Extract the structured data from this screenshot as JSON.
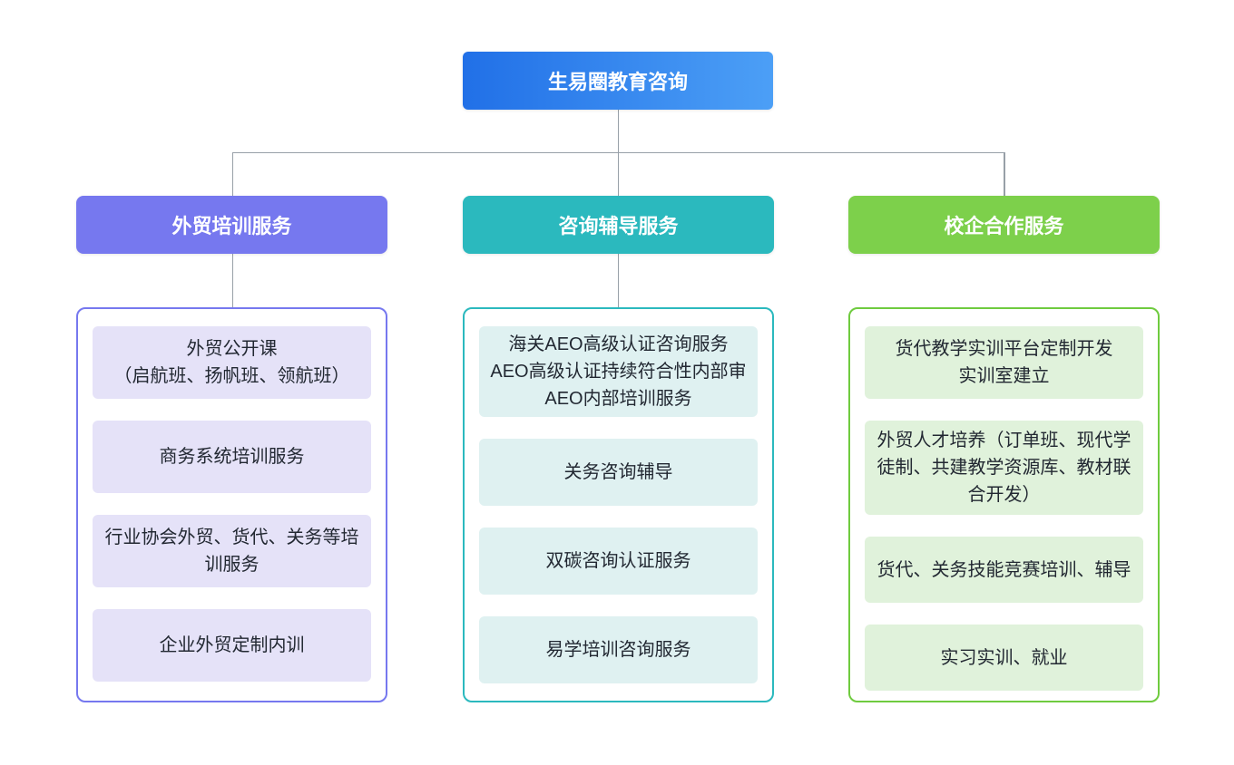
{
  "page_title": "生易圈教育咨询",
  "colors": {
    "root_gradient_start": "#2170E7",
    "root_gradient_end": "#4C9FF6",
    "branch_1_accent": "#7678EF",
    "branch_2_accent": "#2BB9BE",
    "branch_3_accent": "#7DD04B",
    "branch_1_item_bg": "#E5E2F8",
    "branch_2_item_bg": "#DFF1F1",
    "branch_3_item_bg": "#E0F2DB",
    "connector_line": "#98A0A8"
  },
  "org_chart": {
    "root_label": "生易圈教育咨询",
    "branches": [
      {
        "title": "外贸培训服务",
        "items": [
          "外贸公开课\n（启航班、扬帆班、领航班）",
          "商务系统培训服务",
          "行业协会外贸、货代、关务等培训服务",
          "企业外贸定制内训"
        ]
      },
      {
        "title": "咨询辅导服务",
        "items": [
          "海关AEO高级认证咨询服务\nAEO高级认证持续符合性内部审\nAEO内部培训服务",
          "关务咨询辅导",
          "双碳咨询认证服务",
          "易学培训咨询服务"
        ]
      },
      {
        "title": "校企合作服务",
        "items": [
          "货代教学实训平台定制开发\n实训室建立",
          "外贸人才培养（订单班、现代学徒制、共建教学资源库、教材联合开发）",
          "货代、关务技能竞赛培训、辅导",
          "实习实训、就业"
        ]
      }
    ]
  }
}
